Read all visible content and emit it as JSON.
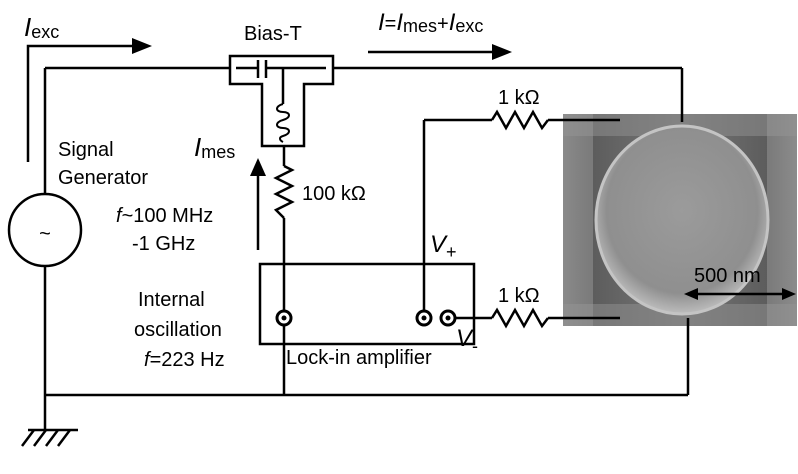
{
  "labels": {
    "i_exc_sym": "I",
    "i_exc_sub": "exc",
    "bias_t": "Bias-T",
    "i_total_sym": "I",
    "i_total_eq": "=",
    "i_total_mes_sym": "I",
    "i_total_mes_sub": "mes",
    "i_total_plus": "+",
    "i_total_exc_sym": "I",
    "i_total_exc_sub": "exc",
    "i_mes_sym": "I",
    "i_mes_sub": "mes",
    "r_top": "1 kΩ",
    "r_bottom": "1 kΩ",
    "r_mid": "100 kΩ",
    "signal_generator_line1": "Signal",
    "signal_generator_line2": "Generator",
    "sg_symbol": "~",
    "freq_line1_sym": "f",
    "freq_line1_val": "~100 MHz",
    "freq_line2": "-1 GHz",
    "internal_line1": "Internal",
    "internal_line2": "oscillation",
    "internal_freq_sym": "f",
    "internal_freq_val": "=223 Hz",
    "lockin": "Lock-in amplifier",
    "v_plus_sym": "V",
    "v_plus_sub": "+",
    "v_minus_sym": "V",
    "v_minus_sub": "-",
    "scale_bar": "500 nm"
  },
  "colors": {
    "wire": "#000000",
    "sem_dark": "#6f6f6f",
    "sem_light": "#a8a8a8"
  }
}
